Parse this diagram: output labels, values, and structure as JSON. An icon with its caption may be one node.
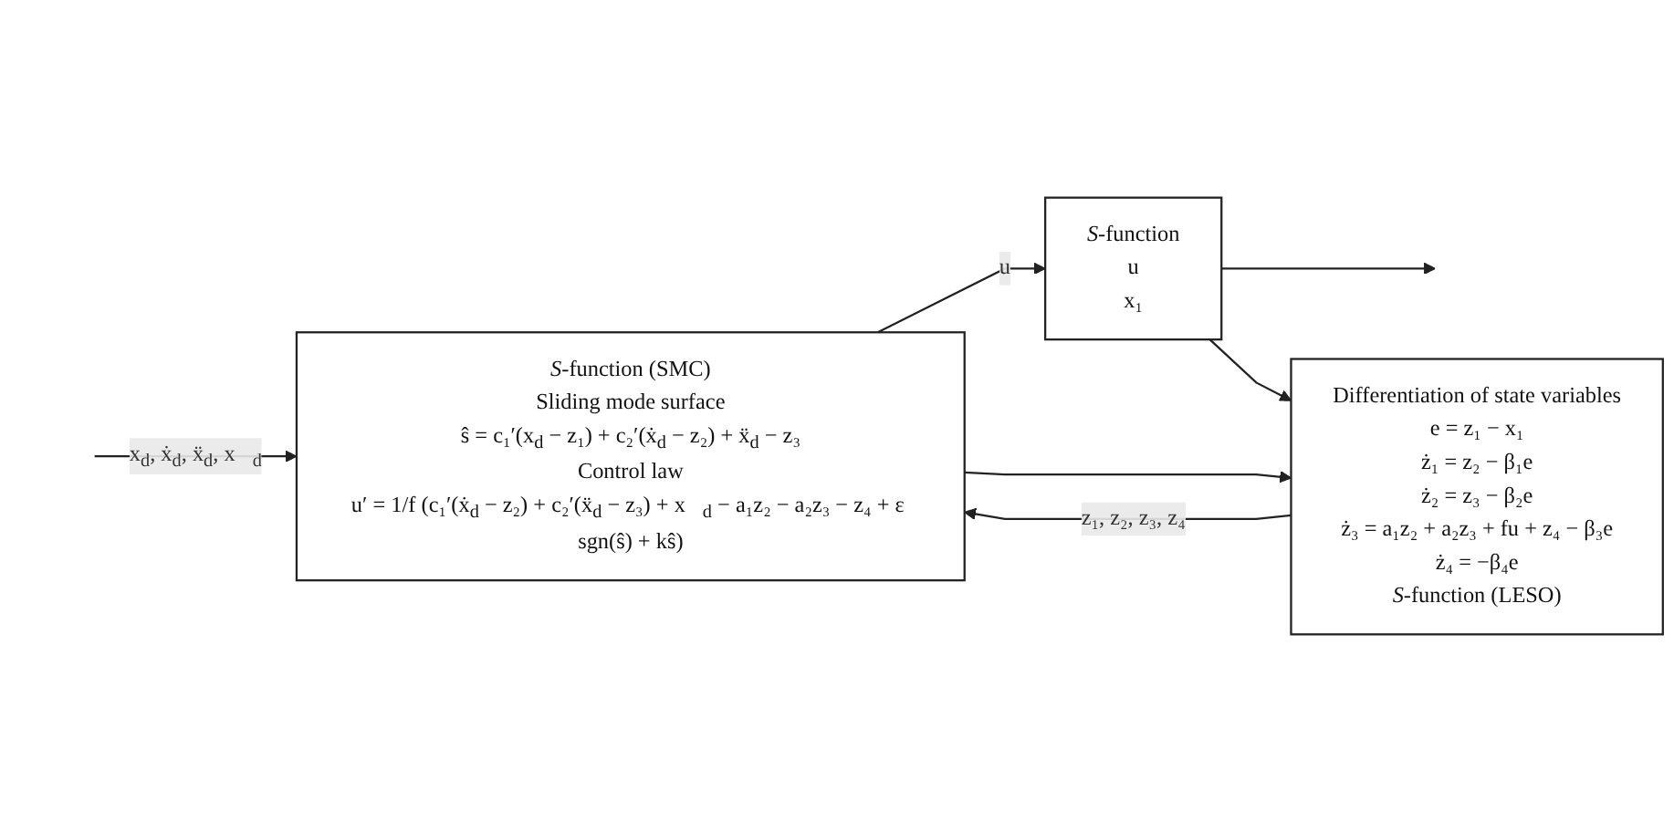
{
  "diagram": {
    "nodes": [
      {
        "text": [
          "*S*-function (SMC)",
          "Sliding mode surface",
          "ŝ = c₁′(x$_{d}$ − z₁) + c₂′(ẋ$_{d}$ − z₂) + ẍ$_{d}$ − z₃",
          "Control law",
          "u′ = 1/f (c₁′(ẋ$_{d}$ − z₂) + c₂′(ẍ$_{d}$ − z₃) + x⃛$_{d}$ − a₁z₂ − a₂z₃ − z₄ + ε sgn(ŝ) + kŝ)"
        ]
      },
      {
        "text": [
          "*S*-function",
          "u",
          "x₁"
        ]
      },
      {
        "text": [
          "Differentiation of state variables",
          "e = z₁ − x₁",
          "ż₁ = z₂ − β₁e",
          "ż₂ = z₃ − β₂e",
          "ż₃ = a₁z₂ + a₂z₃ + fu + z₄ − β₃e",
          "ż₄ = −β₄e",
          "*S*-function (LESO)"
        ]
      }
    ],
    "edges": [
      {
        "from": null,
        "to": 0,
        "arrow": "to",
        "label": "x$_{d}$, ẋ$_{d}$, ẍ$_{d}$, x⃛$_{d}$"
      },
      {
        "from": 0,
        "to": 1,
        "arrow": "to",
        "label": "u"
      },
      {
        "from": 0,
        "to": 2,
        "arrow": "to"
      },
      {
        "from": 1,
        "to": null,
        "arrow": "to"
      },
      {
        "from": 1,
        "to": 2,
        "arrow": "to"
      },
      {
        "from": 2,
        "to": 0,
        "arrow": "to",
        "label": "z₁, z₂, z₃, z₄"
      }
    ]
  }
}
